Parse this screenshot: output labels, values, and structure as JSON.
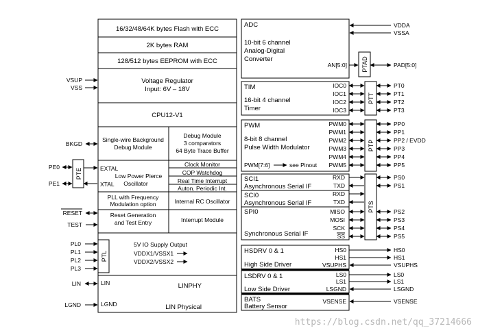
{
  "core": {
    "flash": "16/32/48/64K bytes Flash with ECC",
    "ram": "2K bytes RAM",
    "eeprom": "128/512 bytes EEPROM with ECC",
    "vreg_line1": "Voltage Regulator",
    "vreg_line2": "Input: 6V – 18V",
    "cpu": "CPU12-V1",
    "bkgd_line1": "Single-wire Background",
    "bkgd_line2": "Debug Module",
    "debug_line1": "Debug Module",
    "debug_line2": "3 comparators",
    "debug_line3": "64 Byte Trace Buffer",
    "clock_monitor": "Clock Monitor",
    "cop": "COP Watchdog",
    "rti": "Real Time Interrupt",
    "api": "Auton. Periodic Int.",
    "osc_line1": "Low Power Pierce",
    "osc_line2": "Oscillator",
    "extal": "EXTAL",
    "xtal": "XTAL",
    "pll_line1": "PLL with Frequency",
    "pll_line2": "Modulation option",
    "irc": "Internal RC Oscillator",
    "reset_line1": "Reset Generation",
    "reset_line2": "and Test Entry",
    "interrupt": "Interrupt Module"
  },
  "left_pins": {
    "vsup": "VSUP",
    "vss": "VSS",
    "bkgd": "BKGD",
    "pe0": "PE0",
    "pe1": "PE1",
    "reset": "RESET",
    "test": "TEST",
    "pl0": "PL0",
    "pl1": "PL1",
    "pl2": "PL2",
    "pl3": "PL3",
    "lin": "LIN",
    "lgnd": "LGND"
  },
  "ports": {
    "pte": "PTE",
    "ptl": "PTL",
    "ptad": "PTAD",
    "ptt": "PTT",
    "ptp": "PTP",
    "pts": "PTS"
  },
  "io_supply": {
    "title": "5V IO Supply Output",
    "line1": "VDDX1/VSSX1",
    "line2": "VDDX2/VSSX2"
  },
  "linphy": {
    "lin": "LIN",
    "lgnd": "LGND",
    "name": "LINPHY",
    "desc": "LIN Physical"
  },
  "adc": {
    "name": "ADC",
    "line1": "10-bit 6 channel",
    "line2": "Analog-Digital",
    "line3": "Converter",
    "an": "AN[5:0]",
    "vdda": "VDDA",
    "vssa": "VSSA",
    "pad": "PAD[5:0]"
  },
  "tim": {
    "name": "TIM",
    "line1": "16-bit 4 channel",
    "line2": "Timer",
    "ioc": [
      "IOC0",
      "IOC1",
      "IOC2",
      "IOC3"
    ],
    "pins": [
      "PT0",
      "PT1",
      "PT2",
      "PT3"
    ]
  },
  "pwm": {
    "name": "PWM",
    "line1": "8-bit 8 channel",
    "line2": "Pulse Width Modulator",
    "ch": [
      "PWM0",
      "PWM1",
      "PWM2",
      "PWM3",
      "PWM4",
      "PWM5"
    ],
    "note": "PWM[7:6]",
    "note_tail": "see Pinout",
    "pins": [
      "PP0",
      "PP1",
      "PP2 / EVDD",
      "PP3",
      "PP4",
      "PP5"
    ]
  },
  "serial": {
    "sci1": "SCI1",
    "sci1_desc": "Asynchronous Serial IF",
    "sci0": "SCI0",
    "sci0_desc": "Asynchronous Serial IF",
    "spi0": "SPI0",
    "spi0_desc": "Synchronous Serial IF",
    "sigs": [
      "RXD",
      "TXD",
      "RXD",
      "TXD",
      "MISO",
      "MOSI",
      "SCK",
      "SS"
    ],
    "pins": [
      "PS0",
      "PS1",
      "PS2",
      "PS3",
      "PS4",
      "PS5"
    ]
  },
  "hsdrv": {
    "name": "HSDRV 0 & 1",
    "desc": "High Side Driver",
    "hs0": "HS0",
    "hs1": "HS1",
    "vsuphs": "VSUPHS",
    "pins": [
      "HS0",
      "HS1",
      "VSUPHS"
    ]
  },
  "lsdrv": {
    "name": "LSDRV 0 & 1",
    "desc": "Low Side Driver",
    "ls0": "LS0",
    "ls1": "LS1",
    "lsgnd": "LSGND",
    "pins": [
      "LS0",
      "LS1",
      "LSGND"
    ]
  },
  "bats": {
    "name": "BATS",
    "desc": "Battery Sensor",
    "vsense": "VSENSE",
    "pin": "VSENSE"
  },
  "watermark": "https://blog.csdn.net/qq_37214666"
}
